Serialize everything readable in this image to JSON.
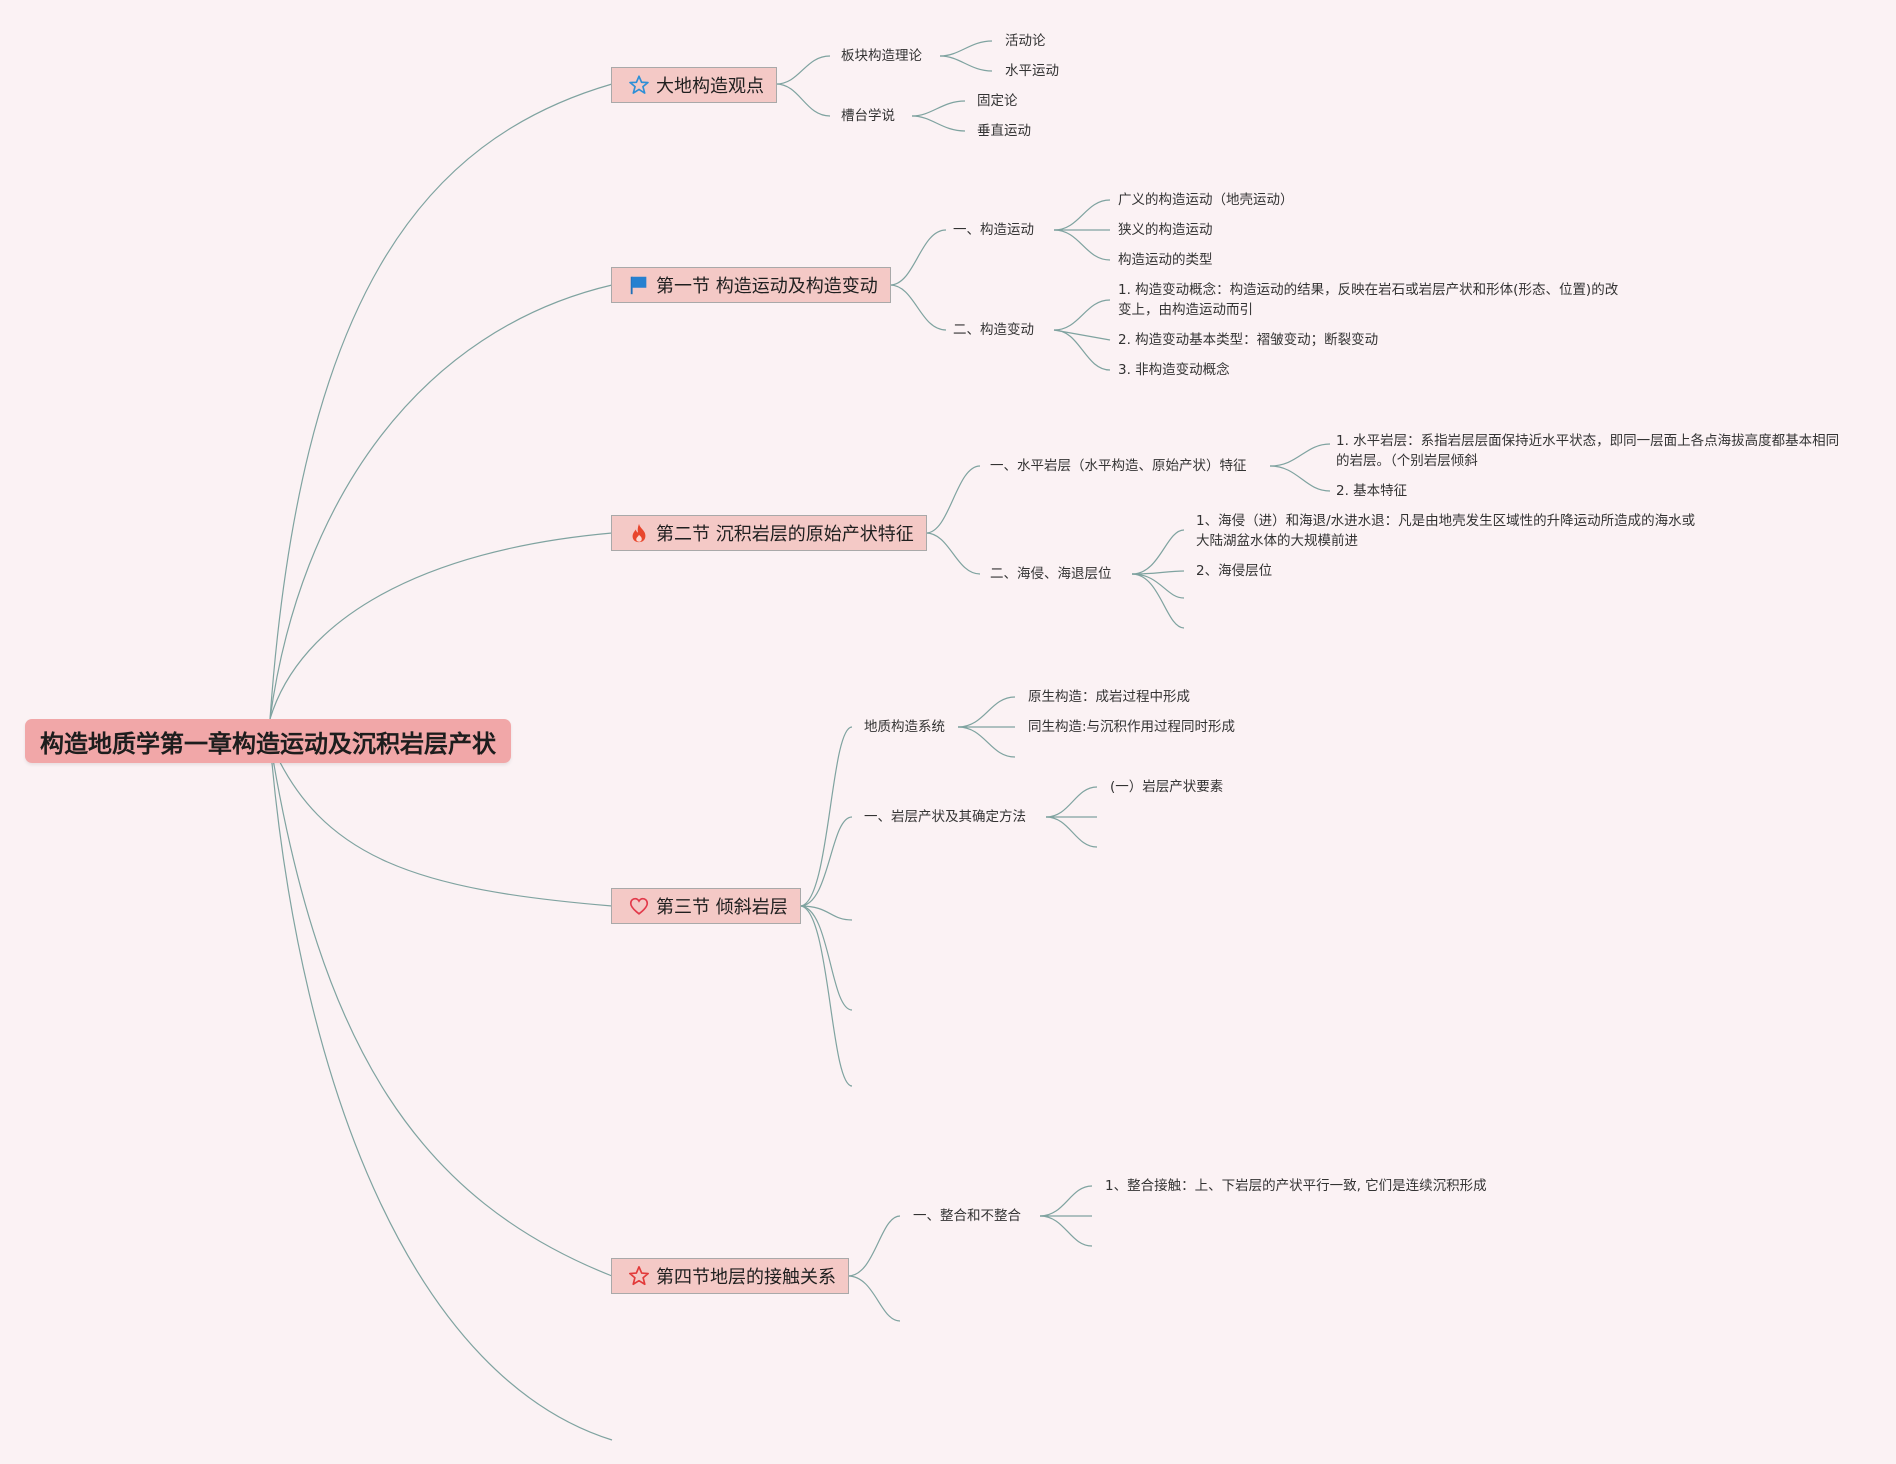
{
  "root": {
    "title": "构造地质学第一章构造运动及沉积岩层产状"
  },
  "sections": [
    {
      "icon": "star-outline-icon",
      "label": "大地构造观点"
    },
    {
      "icon": "blue-flag-icon",
      "label": "第一节 构造运动及构造变动"
    },
    {
      "icon": "flame-icon",
      "label": "第二节 沉积岩层的原始产状特征"
    },
    {
      "icon": "heart-outline-icon",
      "label": "第三节 倾斜岩层"
    },
    {
      "icon": "red-star-outline-icon",
      "label": "第四节地层的接触关系"
    }
  ],
  "s0": {
    "a": "板块构造理论",
    "a1": "活动论",
    "a2": "水平运动",
    "b": "槽台学说",
    "b1": "固定论",
    "b2": "垂直运动"
  },
  "s1": {
    "a": "一、构造运动",
    "a1": "广义的构造运动（地壳运动）",
    "a2": "狭义的构造运动",
    "a3": "构造运动的类型",
    "b": "二、构造变动",
    "b1": "1. 构造变动概念：构造运动的结果，反映在岩石或岩层产状和形体(形态、位置)的改变上，由构造运动而引",
    "b2": "2. 构造变动基本类型：褶皱变动；断裂变动",
    "b3": "3. 非构造变动概念"
  },
  "s2": {
    "a": "一、水平岩层（水平构造、原始产状）特征",
    "a1": "1. 水平岩层：系指岩层层面保持近水平状态，即同一层面上各点海拔高度都基本相同的岩层。（个别岩层倾斜",
    "a2": "2. 基本特征",
    "b": "二、海侵、海退层位",
    "b1": "1、海侵（进）和海退/水进水退：凡是由地壳发生区域性的升降运动所造成的海水或大陆湖盆水体的大规模前进",
    "b2": "2、海侵层位"
  },
  "s3": {
    "a": "地质构造系统",
    "a1": "原生构造：成岩过程中形成",
    "a2": "同生构造:与沉积作用过程同时形成",
    "b": "一、岩层产状及其确定方法",
    "b1": "(一）岩层产状要素"
  },
  "s4": {
    "a": "一、整合和不整合",
    "a1": "1、整合接触：上、下岩层的产状平行一致, 它们是连续沉积形成"
  }
}
